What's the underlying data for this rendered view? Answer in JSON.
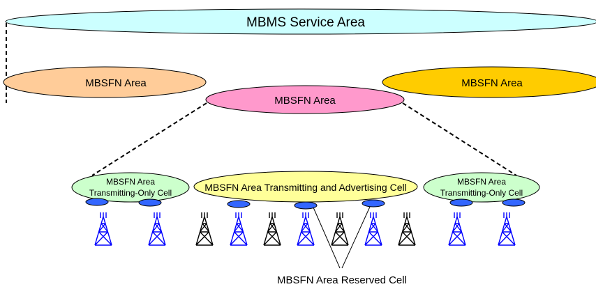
{
  "service_area": {
    "label": "MBMS Service Area",
    "color": "#ccffff"
  },
  "mbsfn_areas": {
    "left": {
      "label": "MBSFN Area",
      "color": "#ffcc99"
    },
    "center": {
      "label": "MBSFN Area",
      "color": "#ff99cc"
    },
    "right": {
      "label": "MBSFN Area",
      "color": "#ffcc00"
    }
  },
  "cells": {
    "tx_only_left": {
      "line1": "MBSFN Area",
      "line2": "Transmitting-Only Cell",
      "color": "#ccffcc"
    },
    "tx_adv": {
      "label": "MBSFN Area Transmitting and Advertising Cell",
      "color": "#ffff99"
    },
    "tx_only_right": {
      "line1": "MBSFN Area",
      "line2": "Transmitting-Only Cell",
      "color": "#ccffcc"
    }
  },
  "reserved_cell_label": "MBSFN Area Reserved Cell",
  "colors": {
    "cell_marker": "#3366ff",
    "tower_blue": "#0000ff",
    "tower_black": "#000000"
  },
  "towers": [
    "blue",
    "blue",
    "black",
    "blue",
    "black",
    "blue",
    "black",
    "blue",
    "black",
    "blue",
    "blue"
  ]
}
